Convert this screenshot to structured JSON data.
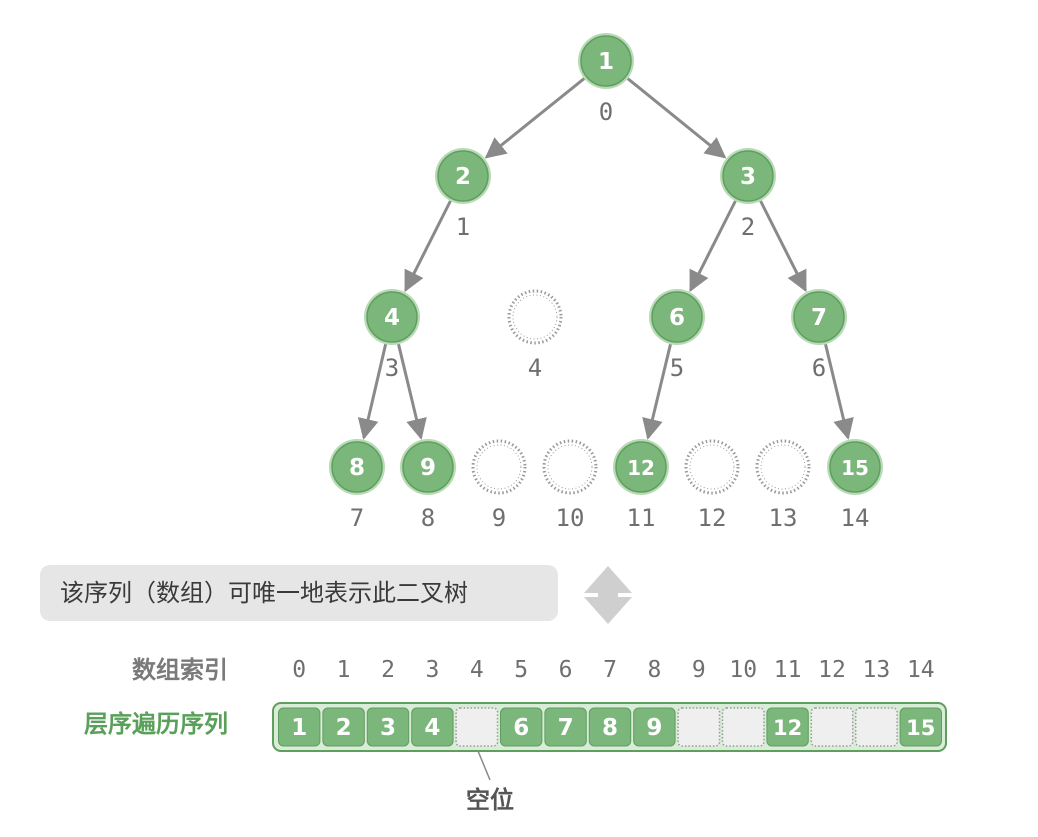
{
  "colors": {
    "node_fill": "#7bb67a",
    "node_stroke": "#5f9f5e",
    "node_ring": "#b8dab6",
    "edge": "#8a8a8a",
    "empty_dots": "#9a9a9a",
    "index_text": "#6f6f6f",
    "caption_bg": "#e6e6e6",
    "row_title_index": "#7a7a7a",
    "row_title_order": "#5aa05a",
    "array_outline": "#5f9f5e",
    "array_bg": "#d9ecd8",
    "empty_cell": "#efefef"
  },
  "tree": {
    "nodes": [
      {
        "index": "0",
        "value": "1",
        "filled": true
      },
      {
        "index": "1",
        "value": "2",
        "filled": true
      },
      {
        "index": "2",
        "value": "3",
        "filled": true
      },
      {
        "index": "3",
        "value": "4",
        "filled": true
      },
      {
        "index": "4",
        "value": "",
        "filled": false
      },
      {
        "index": "5",
        "value": "6",
        "filled": true
      },
      {
        "index": "6",
        "value": "7",
        "filled": true
      },
      {
        "index": "7",
        "value": "8",
        "filled": true
      },
      {
        "index": "8",
        "value": "9",
        "filled": true
      },
      {
        "index": "9",
        "value": "",
        "filled": false
      },
      {
        "index": "10",
        "value": "",
        "filled": false
      },
      {
        "index": "11",
        "value": "12",
        "filled": true
      },
      {
        "index": "12",
        "value": "",
        "filled": false
      },
      {
        "index": "13",
        "value": "",
        "filled": false
      },
      {
        "index": "14",
        "value": "15",
        "filled": true
      }
    ]
  },
  "caption": "该序列（数组）可唯一地表示此二叉树",
  "array": {
    "index_row_label": "数组索引",
    "order_row_label": "层序遍历序列",
    "indices": [
      "0",
      "1",
      "2",
      "3",
      "4",
      "5",
      "6",
      "7",
      "8",
      "9",
      "10",
      "11",
      "12",
      "13",
      "14"
    ],
    "cells": [
      "1",
      "2",
      "3",
      "4",
      "",
      "6",
      "7",
      "8",
      "9",
      "",
      "",
      "12",
      "",
      "",
      "15"
    ],
    "empty_label": "空位"
  }
}
